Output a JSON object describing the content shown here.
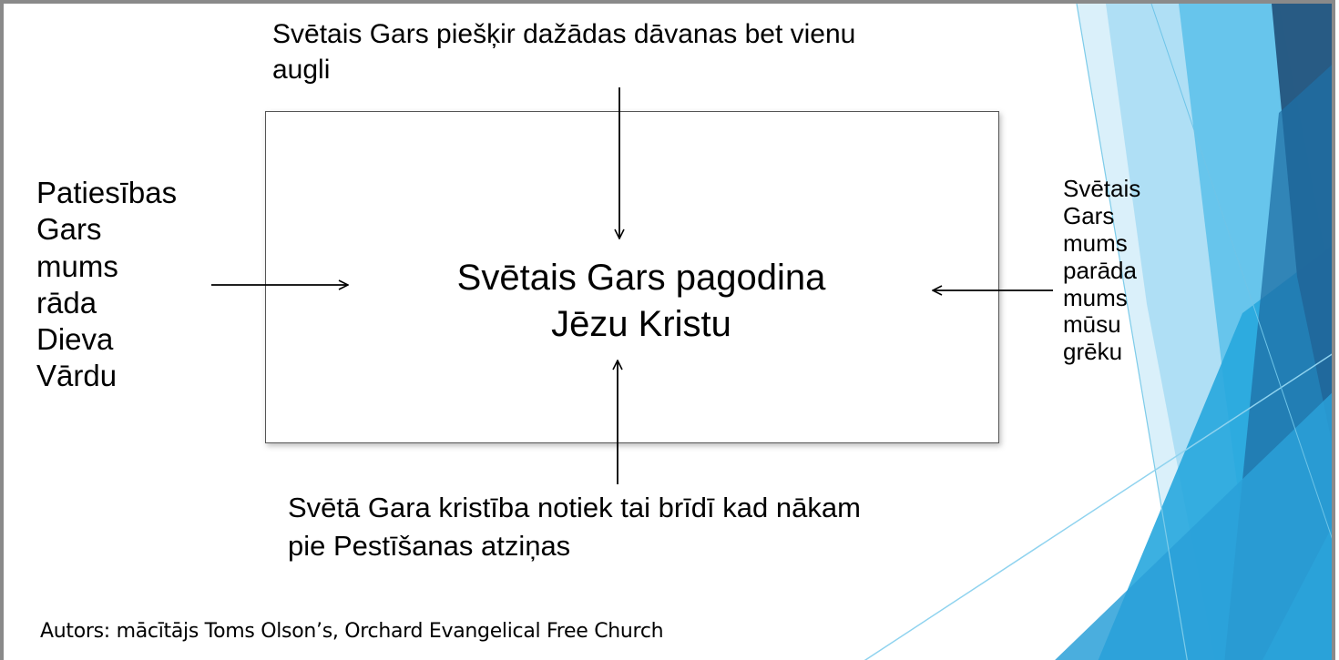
{
  "diagram": {
    "center": {
      "line1": "Svētais Gars pagodina",
      "line2": "Jēzu Kristu"
    },
    "top": {
      "line1": "Svētais Gars piešķir dažādas dāvanas bet vienu",
      "line2": "augli"
    },
    "left": {
      "lines": [
        "Patiesības",
        "Gars",
        "mums",
        "rāda",
        "Dieva",
        "Vārdu"
      ]
    },
    "right": {
      "lines": [
        "Svētais",
        "Gars",
        "mums",
        "parāda",
        "mums",
        "mūsu",
        "grēku"
      ]
    },
    "bottom": {
      "line1": "Svētā Gara kristība notiek tai brīdī kad nākam",
      "line2": "pie Pestīšanas atziņas"
    }
  },
  "footer": {
    "text": "Autors:  mācītājs Toms Olson’s, Orchard Evangelical Free Church"
  },
  "colors": {
    "accent_light": "#9ed8f0",
    "accent_mid": "#3fb1e3",
    "accent_dark": "#1f6fa6",
    "accent_navy": "#24557e",
    "frame": "#8a8a8a",
    "text": "#000000"
  }
}
